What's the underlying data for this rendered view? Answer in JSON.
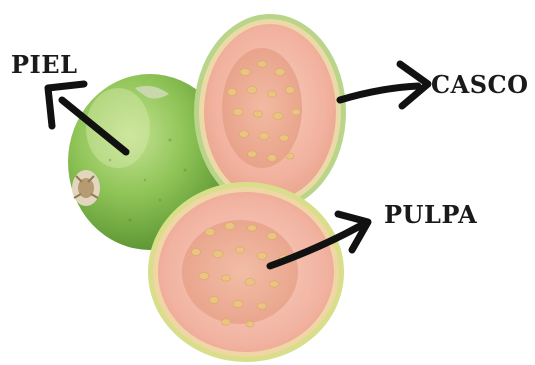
{
  "labels": {
    "skin": "PIEL",
    "shell": "CASCO",
    "pulp": "PULPA"
  },
  "colors": {
    "background": "#ffffff",
    "skin_green": "#7fb94a",
    "skin_highlight": "#b9db86",
    "flesh_pink": "#f3b3a0",
    "flesh_light": "#f6c9b8",
    "shell_band": "#e9d7a6",
    "seed": "#e8c07c",
    "arrow": "#111111",
    "text": "#1a1a1a"
  }
}
